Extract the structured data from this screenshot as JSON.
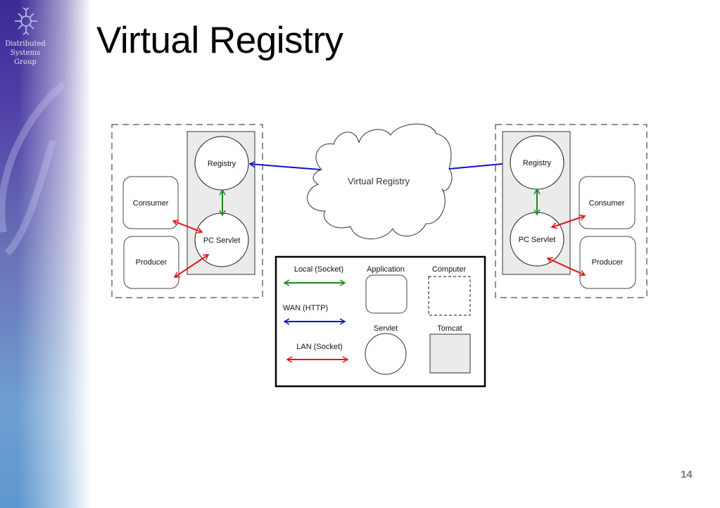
{
  "slide": {
    "title": "Virtual Registry",
    "page_number": "14",
    "logo": {
      "icon": "snowflake-network-icon",
      "lines": [
        "Distributed",
        "Systems",
        "Group"
      ]
    }
  },
  "diagram": {
    "cloud_label": "Virtual Registry",
    "left_computer": {
      "registry_label": "Registry",
      "servlet_label": "PC Servlet",
      "consumer_label": "Consumer",
      "producer_label": "Producer"
    },
    "right_computer": {
      "registry_label": "Registry",
      "servlet_label": "PC Servlet",
      "consumer_label": "Consumer",
      "producer_label": "Producer"
    },
    "legend": {
      "local_label": "Local (Socket)",
      "wan_label": "WAN (HTTP)",
      "lan_label": "LAN (Socket)",
      "application_label": "Application",
      "computer_label": "Computer",
      "servlet_label": "Servlet",
      "tomcat_label": "Tomcat"
    },
    "colors": {
      "local": "#1a8a1a",
      "wan": "#1010c8",
      "lan": "#e01818",
      "tomcat_fill": "#ebebeb"
    }
  }
}
